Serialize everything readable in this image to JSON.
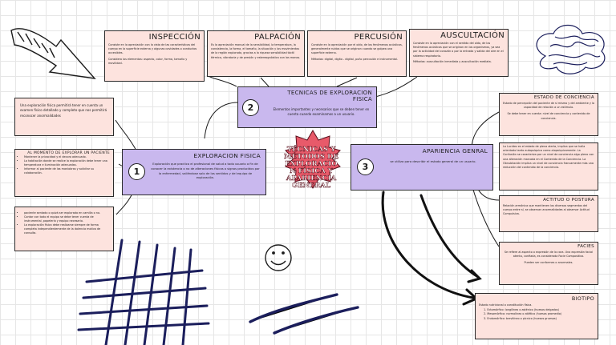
{
  "inspeccion": {
    "title": "INSPECCIÓN",
    "text": "Consiste en la apreciación con la vista de las características del cuerpo en la superficie externa y algunas cavidades o conductos accesibles.",
    "text2": "Considera los elementos: aspecto, color, forma, tamaño y movilidad."
  },
  "palpacion": {
    "title": "PALPACIÓN",
    "text": "Es la apreciación manual de la sensibilidad, la temperatura, la consistencia, la forma, el tamaño, la situación y los movimientos de la región explorada, gracias a la riqueza sensibilidad táctil térmica, vibratoria y de presión y estereognóstica con las manos."
  },
  "percusion": {
    "title": "PERCUSIÓN",
    "text": "Consiste en la apreciación por el oído, de los fenómenos acústicos, generalmente ruidos que se originan cuando se golpea una superficie externa.",
    "text2": "Métodos: digital, digito - digital, puño percusión e instrumental."
  },
  "auscultacion": {
    "title": "AUSCULTACIÓN",
    "text": "Consiste en la apreciación con el sentido del oído, de los fenómenos acústicos que se originan en los organismos, ya sea por la actividad del corazón o por la entrada y salida del aire en el sistema respiratorio.",
    "text2": "Métodos: auscultación inmediata y auscultación mediata."
  },
  "tecnicas": {
    "number": "2",
    "title": "TECNICAS DE EXPLORACION FISICA",
    "text": "Elementos importantes y necesarios que se deben tener en cuenta cuando examinamos a un usuario."
  },
  "exploracion": {
    "number": "1",
    "title": "EXPLORACION FISICA",
    "text": "Exploración que practica el profesional de salud a todo usuario a fin de conocer la existencia o no de alteraciones físicas o signos producidos por la enfermedad, valiéndose solo de los sentidos y del equipo de exploración."
  },
  "apariencia": {
    "number": "3",
    "title": "APARIENCIA GENRAL",
    "text": "se utiliza para describir el estado general de un usuario."
  },
  "center": {
    "title": "TÉCNICAS Y MÉTODOS DE EXPLORACIÓN FÍSICA Y APARIENCIA GENERAL",
    "line1": "TÉCNICAS Y",
    "line2": "MÉTODOS DE",
    "line3": "EXPLORACIÓ",
    "line4": "N FÍSICA Y",
    "line5": "APARIENCIA",
    "line6": "GENERAL"
  },
  "left_note": {
    "text": "Una exploración física permitirá tener en cuenta un examen físico detallado y completo que nos permitirá reconocer anormalidades"
  },
  "momento": {
    "title": "AL MOMENTO DE EXPLORAR UN PACIENTE",
    "items": [
      "Mantener la privacidad y el decoro adecuado.",
      "La habitación donde se realice la exploración debe tener una temperatura e iluminación adecuadas.",
      "Informar al paciente de las maniobras y solicitar su colaboración."
    ]
  },
  "posicion": {
    "items": [
      "paciente sentado o quizá ser explorado en camilla o no.",
      "Contar con todo el equipo se debe tener cuenta de instrumental, papelería y equipo necesario.",
      "La exploración física debe realizarse siempre de forma completa independientemente de la dolencia motivo de consulta."
    ]
  },
  "conciencia": {
    "title": "ESTADO DE CONCIENCIA",
    "text": "Estado de percepción del paciente de sí mismo y del ambiente y la capacidad de relación a un estímulo.",
    "text2": "Se debe tener en cuenta: nivel de conciencia y contenido de conciencia."
  },
  "lucidez": {
    "text": "La Lucidez es el estado de plena alerta, implica que se halla orientado tanto autopsíquica como alopsíquicamente. La Confusión se caracteriza por un nivel de conciencia algo pleno con una alteración marcada en el Contenido de la Conciencia. La Obnubilación implica un nivel de conciencia francamente más una reducción del contenido de la conciencia."
  },
  "actitud": {
    "title": "ACTITUD O POSTURA",
    "text": "Relación armónica que mantienen los diversos segmentos del cuerpo entre sí, se observan anormalidades al observar Actitud Compulsiva."
  },
  "facies": {
    "title": "FACIES",
    "text": "Se refiere al aspecto o expresión de la cara. Una expresión facial atenta, confiada, es considerada Facie Compositiva.",
    "text2": "Pueden ser conformes o anormales."
  },
  "biotipo": {
    "title": "BIOTIPO",
    "text": "Estado nutricional o constitución física.",
    "items": [
      "1. Ectomórfico: longilíneo o asténico (huesos delgados)",
      "2. Mesomórfico: normolíneo o atlético (huesos promedio)",
      "3. Endomórfico: brevilíneo o pícnico (huesos gruesos)"
    ]
  },
  "decor": {
    "accent_purple": "#c9b8ee",
    "accent_pink": "#fde3de",
    "star_red": "#e85a6a",
    "navy": "#1b1e5c"
  }
}
